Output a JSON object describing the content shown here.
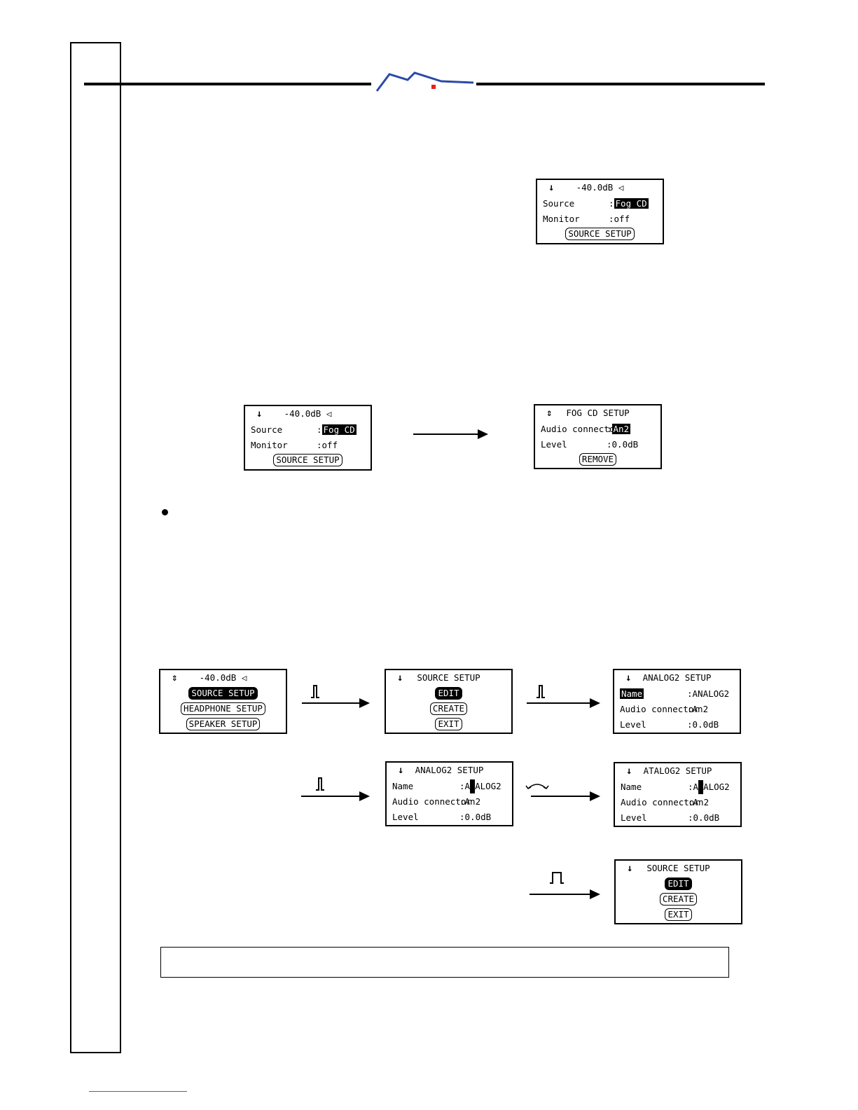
{
  "screens": {
    "s1": {
      "top": "-40.0dB",
      "source_label": "Source",
      "source_value": "Fog CD",
      "monitor_label": "Monitor",
      "monitor_value": "off",
      "button": "SOURCE SETUP"
    },
    "s2": {
      "top": "-40.0dB",
      "source_label": "Source",
      "source_value": "Fog CD",
      "monitor_label": "Monitor",
      "monitor_value": "off",
      "button": "SOURCE SETUP"
    },
    "s3": {
      "title": "FOG CD SETUP",
      "connector_label": "Audio connector",
      "connector_value": "An2",
      "level_label": "Level",
      "level_value": "0.0dB",
      "button": "REMOVE"
    },
    "s4": {
      "top": "-40.0dB",
      "btn1": "SOURCE SETUP",
      "btn2": "HEADPHONE SETUP",
      "btn3": "SPEAKER SETUP"
    },
    "s5": {
      "title": "SOURCE SETUP",
      "btn1": "EDIT",
      "btn2": "CREATE",
      "btn3": "EXIT"
    },
    "s6": {
      "title": "ANALOG2 SETUP",
      "name_label": "Name",
      "name_value": "ANALOG2",
      "connector_label": "Audio connector",
      "connector_value": "An2",
      "level_label": "Level",
      "level_value": "0.0dB"
    },
    "s7": {
      "title": "ANALOG2 SETUP",
      "name_label": "Name",
      "name_pre": "A",
      "name_cursor": "N",
      "name_post": "ALOG2",
      "connector_label": "Audio connector",
      "connector_value": "An2",
      "level_label": "Level",
      "level_value": "0.0dB"
    },
    "s8": {
      "title": "ATALOG2 SETUP",
      "name_label": "Name",
      "name_pre": "A",
      "name_cursor": "T",
      "name_post": "ALOG2",
      "connector_label": "Audio connector",
      "connector_value": "An2",
      "level_label": "Level",
      "level_value": "0.0dB"
    },
    "s9": {
      "title": "SOURCE SETUP",
      "btn1": "EDIT",
      "btn2": "CREATE",
      "btn3": "EXIT"
    }
  },
  "colors": {
    "logo_red": "#e1251b",
    "logo_blue": "#2a4aa8",
    "footer_link": "#3d5bd9"
  }
}
